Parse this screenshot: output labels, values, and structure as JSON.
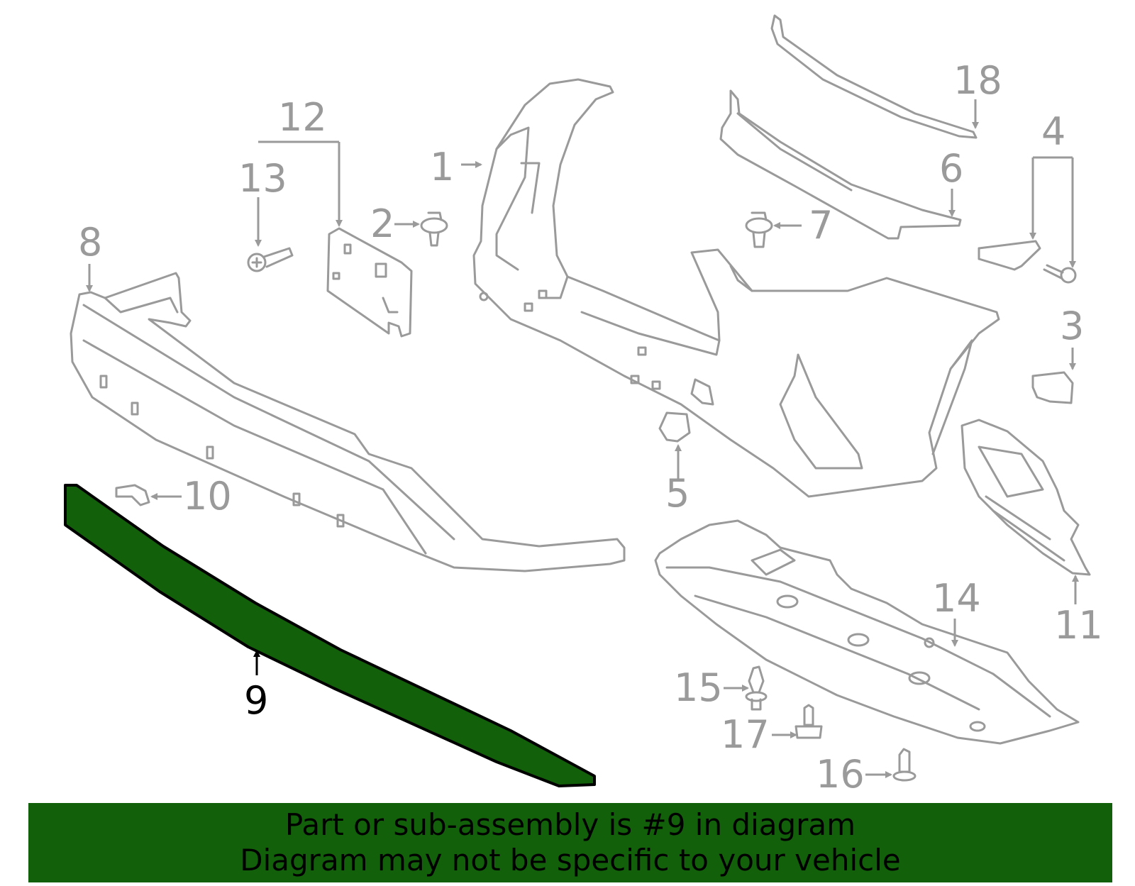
{
  "diagram": {
    "highlight_color": "#12600a",
    "outline_color": "#9a9a9a",
    "highlighted_part": "9",
    "callouts": {
      "c1": "1",
      "c2": "2",
      "c3": "3",
      "c4": "4",
      "c5": "5",
      "c6": "6",
      "c7": "7",
      "c8": "8",
      "c9": "9",
      "c10": "10",
      "c11": "11",
      "c12": "12",
      "c13": "13",
      "c14": "14",
      "c15": "15",
      "c16": "16",
      "c17": "17",
      "c18": "18"
    }
  },
  "banner": {
    "line1": "Part or sub-assembly is #9 in diagram",
    "line2": "Diagram may not be specific to your vehicle"
  }
}
